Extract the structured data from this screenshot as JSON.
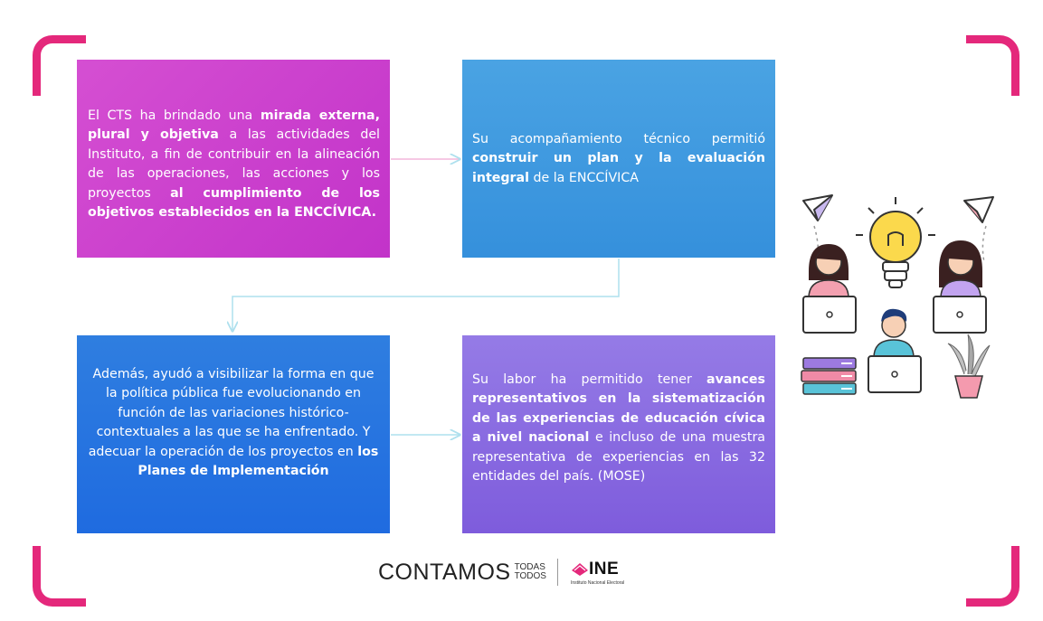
{
  "box1": {
    "t1": "El CTS ha brindado una ",
    "b1": "mirada externa, plural y objetiva",
    "t2": " a las actividades del Instituto, a fin de contribuir en la alineación de las operaciones, las acciones y los proyectos ",
    "b2": "al cumplimiento de los objetivos establecidos en la ENCCÍVICA."
  },
  "box2": {
    "t1": "Su acompañamiento técnico permitió ",
    "b1": "construir un plan y la evaluación integral",
    "t2": " de la  ENCCÍVICA"
  },
  "box3": {
    "t1": "Además, ayudó a  visibilizar la forma en que la política pública fue evolucionando en función de las variaciones histórico-contextuales a las que se ha enfrentado.  Y adecuar la operación de los proyectos en ",
    "b1": "los Planes de Implementación"
  },
  "box4": {
    "t1": "Su labor ha permitido tener ",
    "b1": "avances representativos en la sistematización de las experiencias de educación cívica a nivel nacional",
    "t2": " e incluso de una muestra representativa de experiencias en las 32 entidades del país. (MOSE)"
  },
  "footer": {
    "brand": "CONTAMOS",
    "brand_sub_1": "TODAS",
    "brand_sub_2": "TODOS",
    "ine": "INE",
    "ine_sub": "Instituto Nacional Electoral"
  },
  "colors": {
    "accent": "#e4287b",
    "box1": "#c93ccc",
    "box2": "#3d97df",
    "box3": "#2574e0",
    "box4": "#8a6ce2",
    "connector": "#aee0ee"
  }
}
